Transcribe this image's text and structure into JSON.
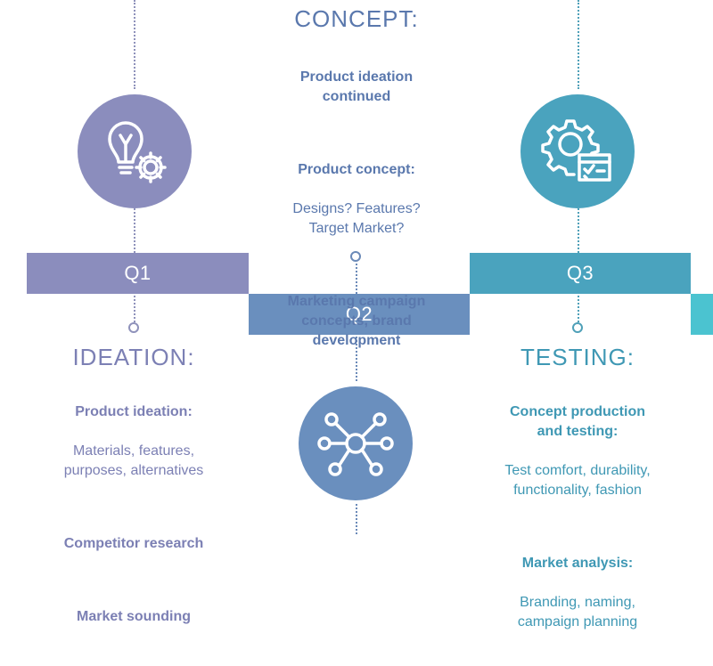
{
  "colors": {
    "q1": "#8b8dbd",
    "q2": "#6a8fbe",
    "q3": "#4aa3be",
    "q4": "#4bc3d0",
    "ideation_text": "#7c80b4",
    "concept_text": "#5a78ad",
    "testing_text": "#3f98b4"
  },
  "quarters": [
    {
      "label": "Q1"
    },
    {
      "label": "Q2"
    },
    {
      "label": "Q3"
    }
  ],
  "stages": {
    "concept": {
      "title": "CONCEPT:",
      "items": [
        {
          "bold": "Product ideation\ncontinued",
          "light": ""
        },
        {
          "bold": "Product concept:",
          "light": "Designs? Features?\nTarget Market?"
        },
        {
          "bold": "Marketing campaign\nconcepts, brand\ndevelopment",
          "light": ""
        }
      ]
    },
    "ideation": {
      "title": "IDEATION:",
      "items": [
        {
          "bold": "Product ideation:",
          "light": "Materials, features,\npurposes, alternatives"
        },
        {
          "bold": "Competitor research",
          "light": ""
        },
        {
          "bold": "Market sounding",
          "light": ""
        }
      ]
    },
    "testing": {
      "title": "TESTING:",
      "items": [
        {
          "bold": "Concept production\nand testing:",
          "light": "Test comfort, durability,\nfunctionality, fashion"
        },
        {
          "bold": "Market analysis:",
          "light": "Branding, naming,\ncampaign planning"
        }
      ]
    }
  },
  "icons": {
    "q1": "lightbulb-gear-icon",
    "q2": "network-nodes-icon",
    "q3": "gear-checklist-icon"
  }
}
